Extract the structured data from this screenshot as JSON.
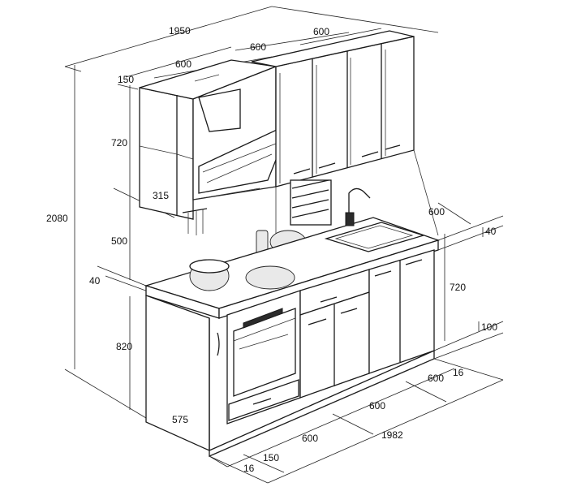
{
  "dimensions": {
    "top_total_width": "1950",
    "top_right_width": "600",
    "top_mid_width": "600",
    "top_left_width": "600",
    "upper_depth": "150",
    "upper_height": "720",
    "total_height": "2080",
    "hood_gap": "315",
    "backsplash_height": "500",
    "worktop_front": "40",
    "base_height": "820",
    "base_depth": "575",
    "right_depth": "600",
    "right_worktop": "40",
    "right_base_height": "720",
    "right_plinth": "100",
    "right_plinth_depth": "16",
    "floor_right_module": "600",
    "floor_mid_module": "600",
    "floor_total_width": "1982",
    "floor_left_module": "600",
    "floor_left_depth": "150",
    "floor_front_offset": "16"
  },
  "colors": {
    "line": "#1a1a1a",
    "background": "#ffffff"
  }
}
